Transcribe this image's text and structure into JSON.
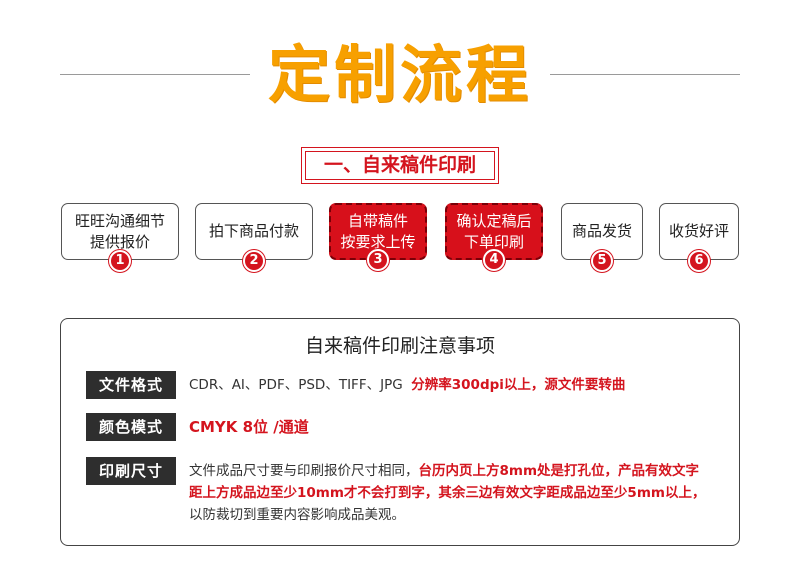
{
  "header": {
    "title": "定制流程"
  },
  "section": {
    "title": "一、自来稿件印刷"
  },
  "steps": [
    {
      "label": "旺旺沟通细节\n提供报价",
      "number": "1"
    },
    {
      "label": "拍下商品付款",
      "number": "2"
    },
    {
      "label": "自带稿件\n按要求上传",
      "number": "3"
    },
    {
      "label": "确认定稿后\n下单印刷",
      "number": "4"
    },
    {
      "label": "商品发货",
      "number": "5"
    },
    {
      "label": "收货好评",
      "number": "6"
    }
  ],
  "notes": {
    "title": "自来稿件印刷注意事项",
    "file_format": {
      "tag": "文件格式",
      "formats": "CDR、AI、PDF、PSD、TIFF、JPG",
      "requirement": "分辨率300dpi以上，源文件要转曲"
    },
    "color_mode": {
      "tag": "颜色模式",
      "value": "CMYK 8位 /通道"
    },
    "print_size": {
      "tag": "印刷尺寸",
      "line1_normal": "文件成品尺寸要与印刷报价尺寸相同，",
      "line1_red": "台历内页上方8mm处是打孔位，产品有效文字",
      "line2_red": "距上方成品边至少10mm才不会打到字，其余三边有效文字距成品边至少5mm以上，",
      "line3_normal": "以防裁切到重要内容影响成品美观。"
    }
  },
  "colors": {
    "title_orange": "#f7a000",
    "accent_red": "#d4141e",
    "tag_dark": "#2e2e2e"
  }
}
